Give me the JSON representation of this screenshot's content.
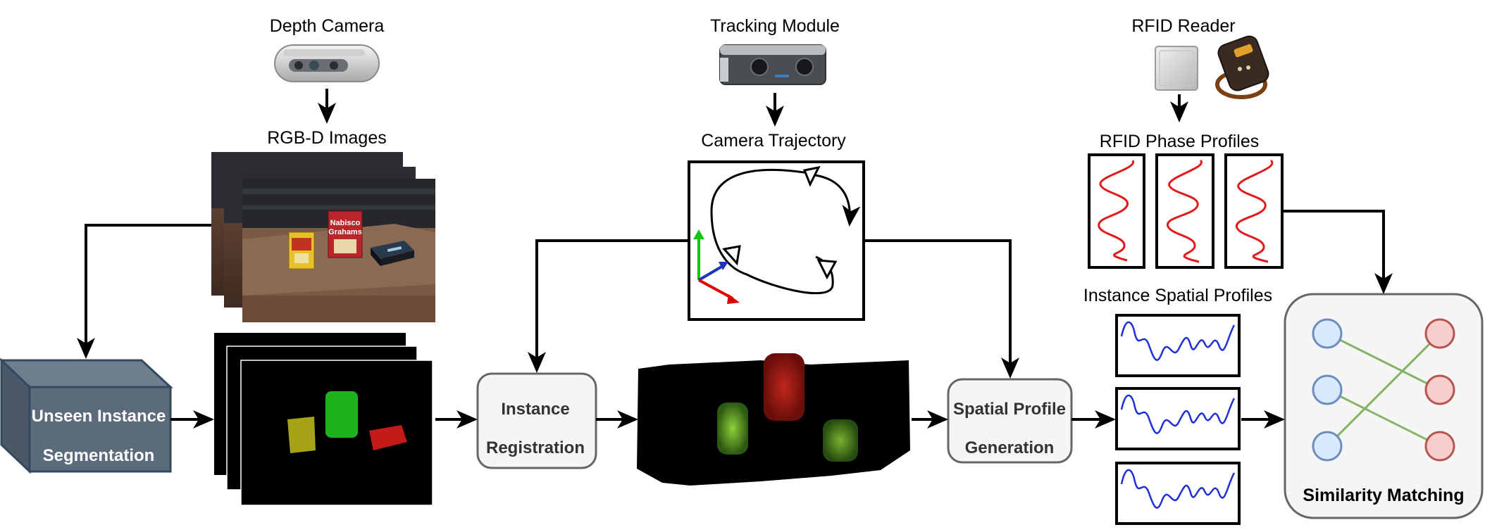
{
  "labels": {
    "depth_camera": "Depth Camera",
    "rgbd_images": "RGB-D Images",
    "tracking_module": "Tracking Module",
    "camera_trajectory": "Camera Trajectory",
    "rfid_reader": "RFID Reader",
    "rfid_phase_profiles": "RFID Phase Profiles",
    "instance_spatial_profiles": "Instance Spatial Profiles"
  },
  "boxes": {
    "unseen_instance_segmentation": [
      "Unseen Instance",
      "Segmentation"
    ],
    "instance_registration": [
      "Instance",
      "Registration"
    ],
    "spatial_profile_generation": [
      "Spatial Profile",
      "Generation"
    ],
    "similarity_matching": "Similarity Matching"
  },
  "image_text": {
    "cereal_box_brand": [
      "Nabisco",
      "Grahams"
    ]
  },
  "colors": {
    "segmentation_box_fill": "#5b6b7c",
    "segmentation_box_stroke": "#34495e",
    "process_box_fill": "#f5f5f5",
    "process_box_stroke": "#666666",
    "phase_curve": "#e31a1c",
    "spatial_curve": "#1f2fd6",
    "node_left_fill": "#dae8fc",
    "node_left_stroke": "#6c8ebf",
    "node_right_fill": "#f8cecc",
    "node_right_stroke": "#b85450",
    "matching_edge": "#82b366"
  },
  "icons": [
    "depth-camera-icon",
    "tracking-camera-icon",
    "rfid-reader-icon",
    "rfid-tag-icon"
  ]
}
